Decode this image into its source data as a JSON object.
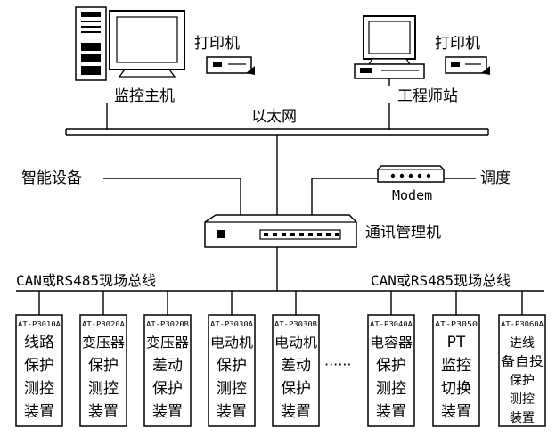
{
  "labels": {
    "monitor_host": "监控主机",
    "printer_left": "打印机",
    "printer_right": "打印机",
    "engineer_station": "工程师站",
    "ethernet": "以太网",
    "smart_devices": "智能设备",
    "modem": "Modem",
    "dispatch": "调度",
    "comm_manager": "通讯管理机",
    "bus_left": "CAN或RS485现场总线",
    "bus_right": "CAN或RS485现场总线",
    "ellipsis": "······"
  },
  "devices": [
    {
      "model": "AT-P3010A",
      "lines": [
        "线路",
        "保护",
        "测控",
        "装置"
      ]
    },
    {
      "model": "AT-P3020A",
      "lines": [
        "变压器",
        "保护",
        "测控",
        "装置"
      ]
    },
    {
      "model": "AT-P3020B",
      "lines": [
        "变压器",
        "差动",
        "保护",
        "装置"
      ]
    },
    {
      "model": "AT-P3030A",
      "lines": [
        "电动机",
        "保护",
        "测控",
        "装置"
      ]
    },
    {
      "model": "AT-P3030B",
      "lines": [
        "电动机",
        "差动",
        "保护",
        "装置"
      ]
    },
    {
      "model": "AT-P3040A",
      "lines": [
        "电容器",
        "保护",
        "测控",
        "装置"
      ]
    },
    {
      "model": "AT-P3050",
      "lines": [
        "PT",
        "监控",
        "切换",
        "装置"
      ]
    },
    {
      "model": "AT-P3060A",
      "lines": [
        "进线",
        "备自投",
        "保护",
        "测控",
        "装置"
      ]
    }
  ]
}
